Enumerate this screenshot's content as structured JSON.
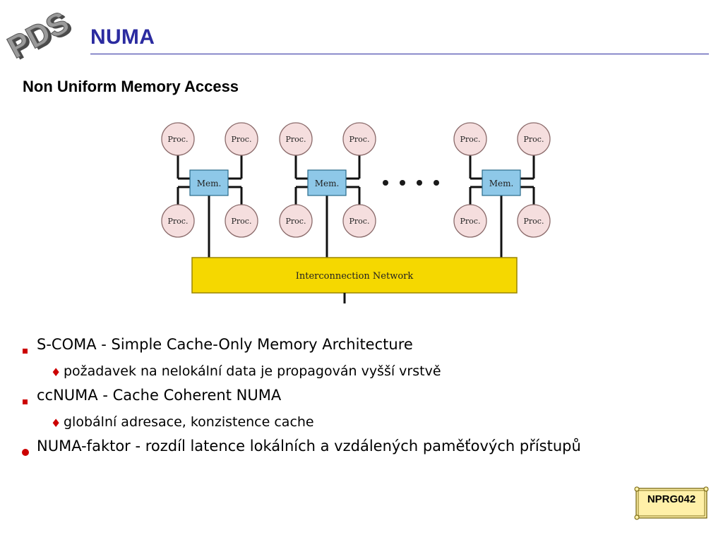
{
  "logo": {
    "text": "PDS"
  },
  "header": {
    "title": "NUMA"
  },
  "subtitle": "Non Uniform Memory Access",
  "diagram": {
    "proc_label": "Proc.",
    "mem_label": "Mem.",
    "network_label": "Interconnection Network",
    "node_count": 3
  },
  "bullets": [
    {
      "level": 1,
      "marker": "square",
      "text": "S-COMA - Simple Cache-Only Memory Architecture"
    },
    {
      "level": 2,
      "marker": "diamond",
      "text": "požadavek na nelokální data je propagován vyšší vrstvě"
    },
    {
      "level": 1,
      "marker": "square",
      "text": "ccNUMA - Cache Coherent NUMA"
    },
    {
      "level": 2,
      "marker": "diamond",
      "text": "globální adresace, konzistence cache"
    },
    {
      "level": 1,
      "marker": "dot",
      "text": "NUMA-faktor - rozdíl latence lokálních a vzdálených paměťových přístupů"
    }
  ],
  "footer": {
    "course_code": "NPRG042"
  },
  "colors": {
    "title": "#2b2ba0",
    "bullet": "#cc0000",
    "proc_fill": "#f5dede",
    "mem_fill": "#8ec8e8",
    "network_fill": "#f5d800",
    "badge_fill": "#fff0a8"
  }
}
